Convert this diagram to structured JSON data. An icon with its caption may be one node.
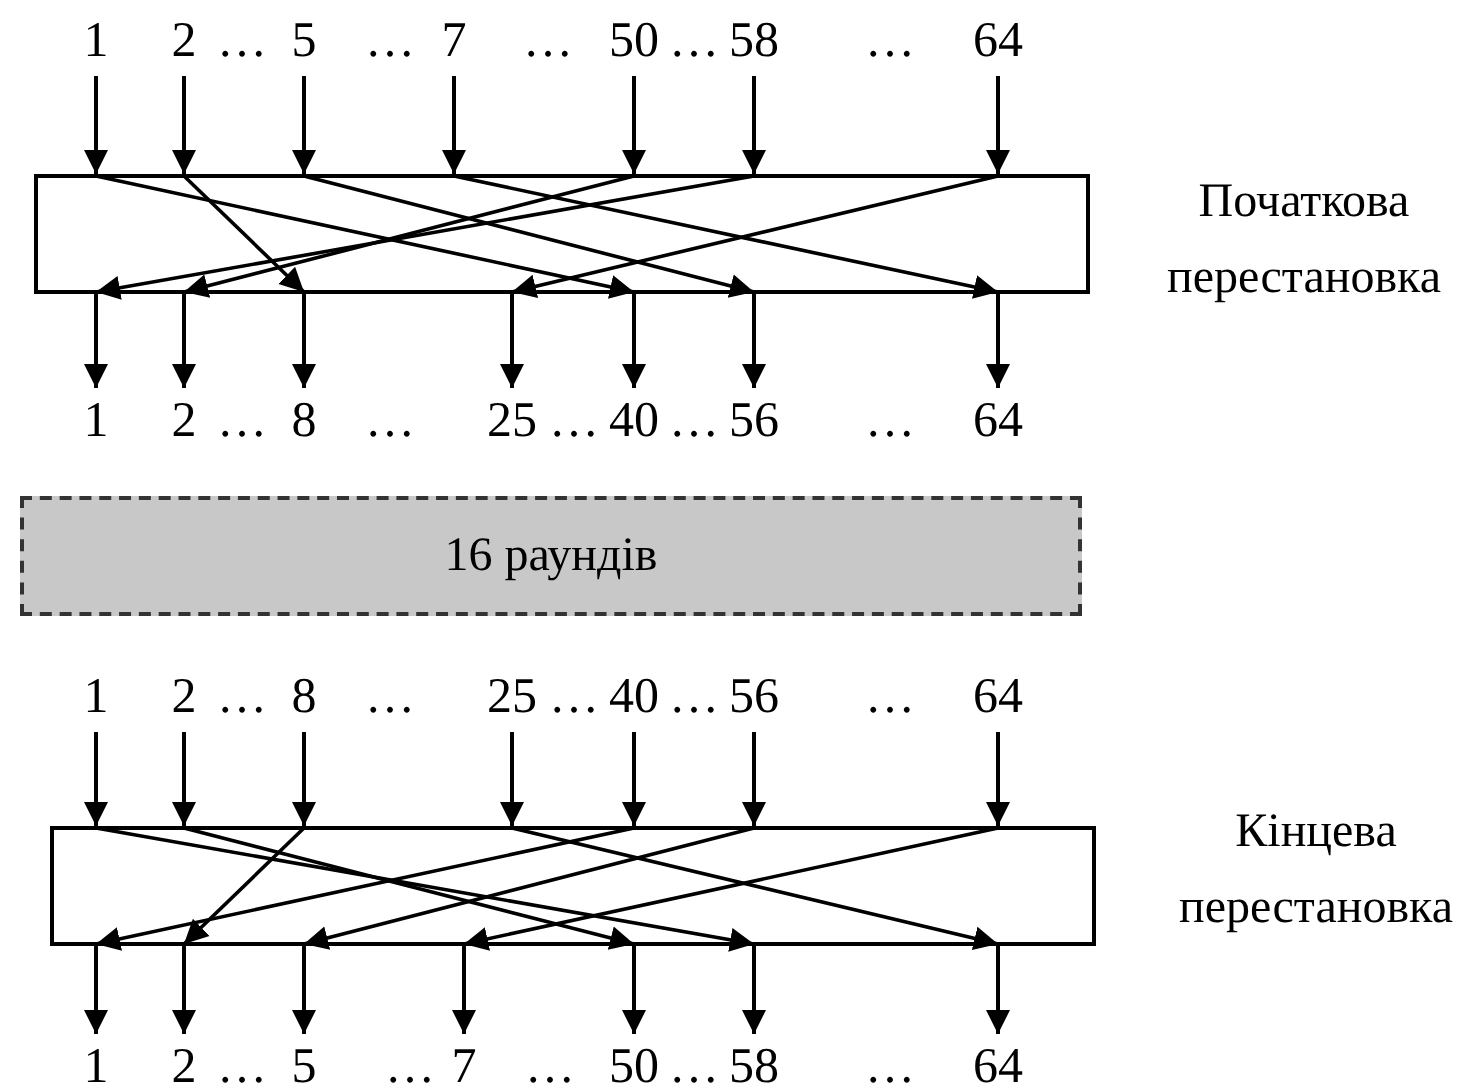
{
  "diagram": {
    "nodes": [
      {
        "text": [
          "1"
        ]
      },
      {
        "text": [
          "2"
        ]
      },
      {
        "text": [
          "5"
        ]
      },
      {
        "text": [
          "7"
        ]
      },
      {
        "text": [
          "50"
        ]
      },
      {
        "text": [
          "58"
        ]
      },
      {
        "text": [
          "64"
        ]
      },
      {
        "text": [],
        "shape": "box",
        "beside": [
          "Початкова перестановка"
        ]
      },
      {
        "text": [
          "1"
        ]
      },
      {
        "text": [
          "2"
        ]
      },
      {
        "text": [
          "8"
        ]
      },
      {
        "text": [
          "25"
        ]
      },
      {
        "text": [
          "40"
        ]
      },
      {
        "text": [
          "56"
        ]
      },
      {
        "text": [
          "64"
        ]
      },
      {
        "text": [
          "16 раундів"
        ]
      },
      {
        "text": [
          "1"
        ]
      },
      {
        "text": [
          "2"
        ]
      },
      {
        "text": [
          "8"
        ]
      },
      {
        "text": [
          "25"
        ]
      },
      {
        "text": [
          "40"
        ]
      },
      {
        "text": [
          "56"
        ]
      },
      {
        "text": [
          "64"
        ]
      },
      {
        "text": [],
        "shape": "box",
        "beside": [
          "Кінцева перестановка"
        ]
      },
      {
        "text": [
          "1"
        ]
      },
      {
        "text": [
          "2"
        ]
      },
      {
        "text": [
          "5"
        ]
      },
      {
        "text": [
          "7"
        ]
      },
      {
        "text": [
          "50"
        ]
      },
      {
        "text": [
          "58"
        ]
      },
      {
        "text": [
          "64"
        ]
      }
    ],
    "edges": [
      {
        "from": 0,
        "to": 7,
        "arrow": "to"
      },
      {
        "from": 1,
        "to": 7,
        "arrow": "to"
      },
      {
        "from": 2,
        "to": 7,
        "arrow": "to"
      },
      {
        "from": 3,
        "to": 7,
        "arrow": "to"
      },
      {
        "from": 4,
        "to": 7,
        "arrow": "to"
      },
      {
        "from": 5,
        "to": 7,
        "arrow": "to"
      },
      {
        "from": 6,
        "to": 7,
        "arrow": "to"
      },
      {
        "from": 7,
        "to": 8,
        "arrow": "to"
      },
      {
        "from": 7,
        "to": 9,
        "arrow": "to"
      },
      {
        "from": 7,
        "to": 10,
        "arrow": "to"
      },
      {
        "from": 7,
        "to": 11,
        "arrow": "to"
      },
      {
        "from": 7,
        "to": 12,
        "arrow": "to"
      },
      {
        "from": 7,
        "to": 13,
        "arrow": "to"
      },
      {
        "from": 7,
        "to": 14,
        "arrow": "to"
      },
      {
        "from": 16,
        "to": 23,
        "arrow": "to"
      },
      {
        "from": 17,
        "to": 23,
        "arrow": "to"
      },
      {
        "from": 18,
        "to": 23,
        "arrow": "to"
      },
      {
        "from": 19,
        "to": 23,
        "arrow": "to"
      },
      {
        "from": 20,
        "to": 23,
        "arrow": "to"
      },
      {
        "from": 21,
        "to": 23,
        "arrow": "to"
      },
      {
        "from": 22,
        "to": 23,
        "arrow": "to"
      },
      {
        "from": 23,
        "to": 24,
        "arrow": "to"
      },
      {
        "from": 23,
        "to": 25,
        "arrow": "to"
      },
      {
        "from": 23,
        "to": 26,
        "arrow": "to"
      },
      {
        "from": 23,
        "to": 27,
        "arrow": "to"
      },
      {
        "from": 23,
        "to": 28,
        "arrow": "to"
      },
      {
        "from": 23,
        "to": 29,
        "arrow": "to"
      },
      {
        "from": 23,
        "to": 30,
        "arrow": "to"
      }
    ],
    "labels": [
      "…",
      "…",
      "…",
      "…",
      "…",
      "…",
      "…",
      "…",
      "…",
      "…",
      "…",
      "…",
      "…",
      "…",
      "…",
      "…",
      "…",
      "…",
      "…",
      "…"
    ]
  }
}
